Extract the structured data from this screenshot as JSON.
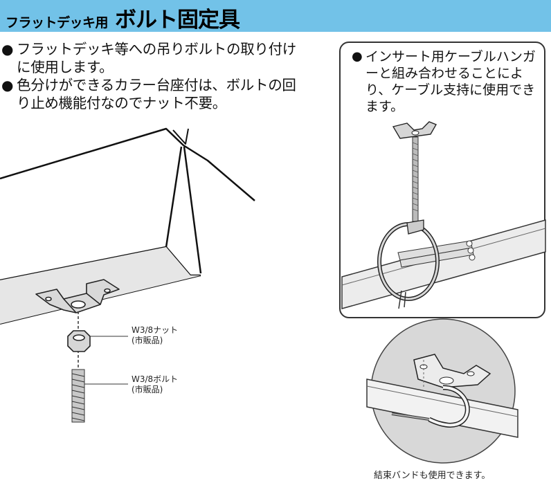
{
  "header": {
    "subtitle": "フラットデッキ用",
    "title": "ボルト固定具"
  },
  "bullets": [
    "フラットデッキ等への吊りボルトの取り付けに使用します。",
    "色分けができるカラー台座付は、ボルトの回り止め機能付なのでナット不要。"
  ],
  "callout": {
    "text": "インサート用ケーブルハンガーと組み合わせることにより、ケーブル支持に使用できます。"
  },
  "labels": {
    "nut": "W3/8ナット",
    "nut_note": "(市販品)",
    "bolt": "W3/8ボルト",
    "bolt_note": "(市販品)"
  },
  "caption": "結束バンドも使用できます。",
  "colors": {
    "header_bg": "#72c2e8"
  }
}
